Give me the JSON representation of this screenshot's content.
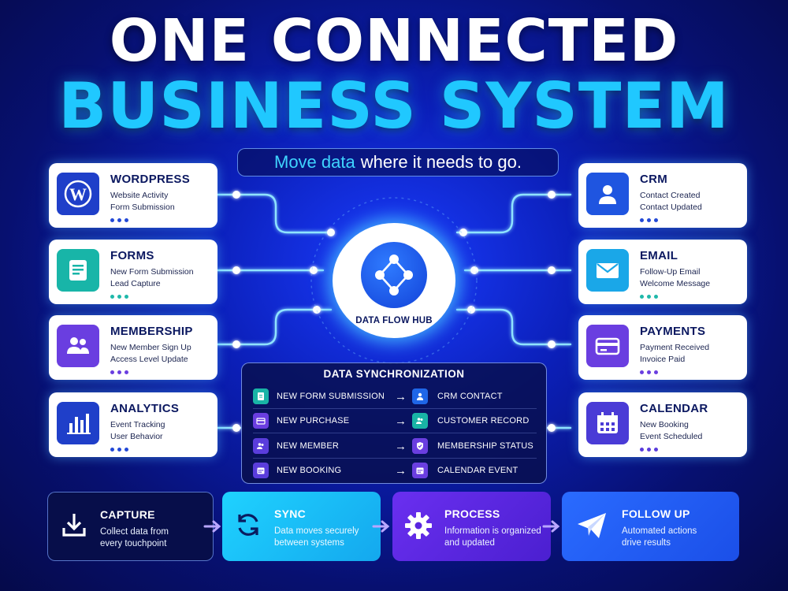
{
  "title": {
    "line1": "ONE CONNECTED",
    "line2": "BUSINESS SYSTEM"
  },
  "tagline": {
    "highlight": "Move data",
    "rest": "where it needs to go."
  },
  "hub": {
    "label": "DATA FLOW HUB",
    "icon": "network-nodes-icon"
  },
  "left_cards": [
    {
      "title": "WORDPRESS",
      "lines": [
        "Website Activity",
        "Form Submission"
      ],
      "icon": "wordpress-icon",
      "color": "#1f3fc9",
      "dot_color": "#2349d6"
    },
    {
      "title": "FORMS",
      "lines": [
        "New Form Submission",
        "Lead Capture"
      ],
      "icon": "form-icon",
      "color": "#18b5a8",
      "dot_color": "#1fb8aa"
    },
    {
      "title": "MEMBERSHIP",
      "lines": [
        "New Member Sign Up",
        "Access Level Update"
      ],
      "icon": "users-icon",
      "color": "#6a3ee0",
      "dot_color": "#6a3ee0"
    },
    {
      "title": "ANALYTICS",
      "lines": [
        "Event Tracking",
        "User Behavior"
      ],
      "icon": "bar-chart-icon",
      "color": "#1f3fc9",
      "dot_color": "#2349d6"
    }
  ],
  "right_cards": [
    {
      "title": "CRM",
      "lines": [
        "Contact Created",
        "Contact Updated"
      ],
      "icon": "person-icon",
      "color": "#1f55e0",
      "dot_color": "#2349d6"
    },
    {
      "title": "EMAIL",
      "lines": [
        "Follow-Up Email",
        "Welcome Message"
      ],
      "icon": "envelope-icon",
      "color": "#1aa7e8",
      "dot_color": "#1fb8aa"
    },
    {
      "title": "PAYMENTS",
      "lines": [
        "Payment Received",
        "Invoice Paid"
      ],
      "icon": "credit-card-icon",
      "color": "#6a3ee0",
      "dot_color": "#6a3ee0"
    },
    {
      "title": "CALENDAR",
      "lines": [
        "New Booking",
        "Event Scheduled"
      ],
      "icon": "calendar-icon",
      "color": "#4a3bd6",
      "dot_color": "#5a3ddc"
    }
  ],
  "sync": {
    "title": "DATA SYNCHRONIZATION",
    "arrow": "→",
    "rows": [
      {
        "from": "NEW FORM SUBMISSION",
        "to": "CRM CONTACT",
        "from_icon": "form-icon",
        "to_icon": "person-icon",
        "from_color": "#19b3a6",
        "to_color": "#1f66e8"
      },
      {
        "from": "NEW PURCHASE",
        "to": "CUSTOMER RECORD",
        "from_icon": "credit-card-icon",
        "to_icon": "users-icon",
        "from_color": "#6a3ee0",
        "to_color": "#19b3a6"
      },
      {
        "from": "NEW MEMBER",
        "to": "MEMBERSHIP STATUS",
        "from_icon": "users-icon",
        "to_icon": "shield-check-icon",
        "from_color": "#5a3ddc",
        "to_color": "#6a3ee0"
      },
      {
        "from": "NEW BOOKING",
        "to": "CALENDAR EVENT",
        "from_icon": "calendar-icon",
        "to_icon": "calendar-icon",
        "from_color": "#5a3ddc",
        "to_color": "#6a3ee0"
      }
    ]
  },
  "steps": [
    {
      "title": "CAPTURE",
      "desc": [
        "Collect data from",
        "every touchpoint"
      ],
      "icon": "download-icon"
    },
    {
      "title": "SYNC",
      "desc": [
        "Data moves securely",
        "between systems"
      ],
      "icon": "sync-arrows-icon"
    },
    {
      "title": "PROCESS",
      "desc": [
        "Information is organized",
        "and updated"
      ],
      "icon": "gear-icon"
    },
    {
      "title": "FOLLOW UP",
      "desc": [
        "Automated actions",
        "drive results"
      ],
      "icon": "paper-plane-icon"
    }
  ],
  "colors": {
    "accent_cyan": "#20c8ff",
    "navy_text": "#0b1860",
    "wire": "#7fdcff"
  }
}
